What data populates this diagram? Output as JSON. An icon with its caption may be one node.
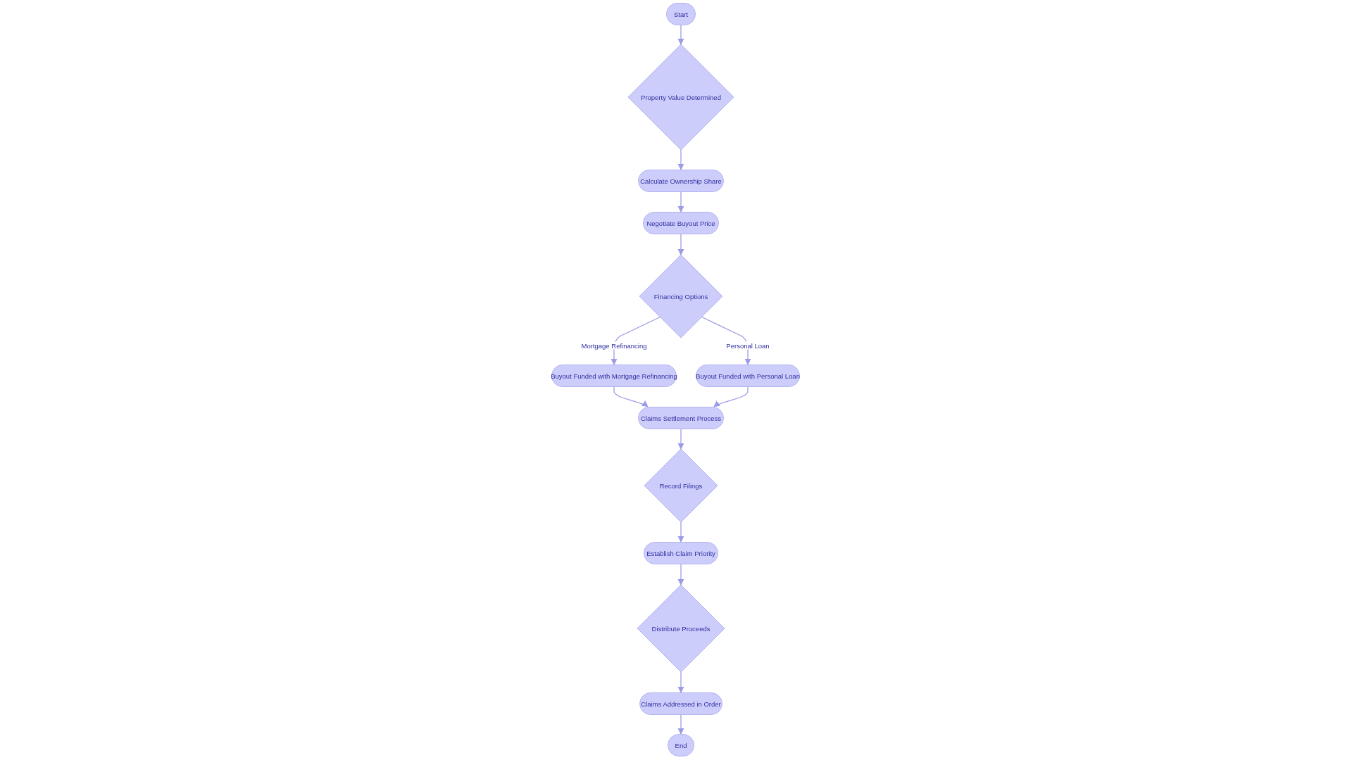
{
  "diagram": {
    "nodes": [
      {
        "text": [
          "Start"
        ]
      },
      {
        "text": [
          "Property Value Determined"
        ]
      },
      {
        "text": [
          "Calculate Ownership Share"
        ]
      },
      {
        "text": [
          "Negotiate Buyout Price"
        ]
      },
      {
        "text": [
          "Financing Options"
        ]
      },
      {
        "text": [
          "Buyout Funded with Mortgage Refinancing"
        ]
      },
      {
        "text": [
          "Buyout Funded with Personal Loan"
        ]
      },
      {
        "text": [
          "Claims Settlement Process"
        ]
      },
      {
        "text": [
          "Record Filings"
        ]
      },
      {
        "text": [
          "Establish Claim Priority"
        ]
      },
      {
        "text": [
          "Distribute Proceeds"
        ]
      },
      {
        "text": [
          "Claims Addressed in Order"
        ]
      },
      {
        "text": [
          "End"
        ]
      }
    ],
    "edges": [
      {
        "from": 0,
        "to": 1,
        "arrow": "to"
      },
      {
        "from": 1,
        "to": 2,
        "arrow": "to"
      },
      {
        "from": 2,
        "to": 3,
        "arrow": "to"
      },
      {
        "from": 3,
        "to": 4,
        "arrow": "to"
      },
      {
        "from": 4,
        "to": 5,
        "arrow": "to",
        "label": "Mortgage Refinancing"
      },
      {
        "from": 4,
        "to": 6,
        "arrow": "to",
        "label": "Personal Loan"
      },
      {
        "from": 5,
        "to": 7,
        "arrow": "to"
      },
      {
        "from": 6,
        "to": 7,
        "arrow": "to"
      },
      {
        "from": 7,
        "to": 8,
        "arrow": "to"
      },
      {
        "from": 8,
        "to": 9,
        "arrow": "to"
      },
      {
        "from": 9,
        "to": 10,
        "arrow": "to"
      },
      {
        "from": 10,
        "to": 11,
        "arrow": "to"
      },
      {
        "from": 11,
        "to": 12,
        "arrow": "to"
      }
    ]
  }
}
